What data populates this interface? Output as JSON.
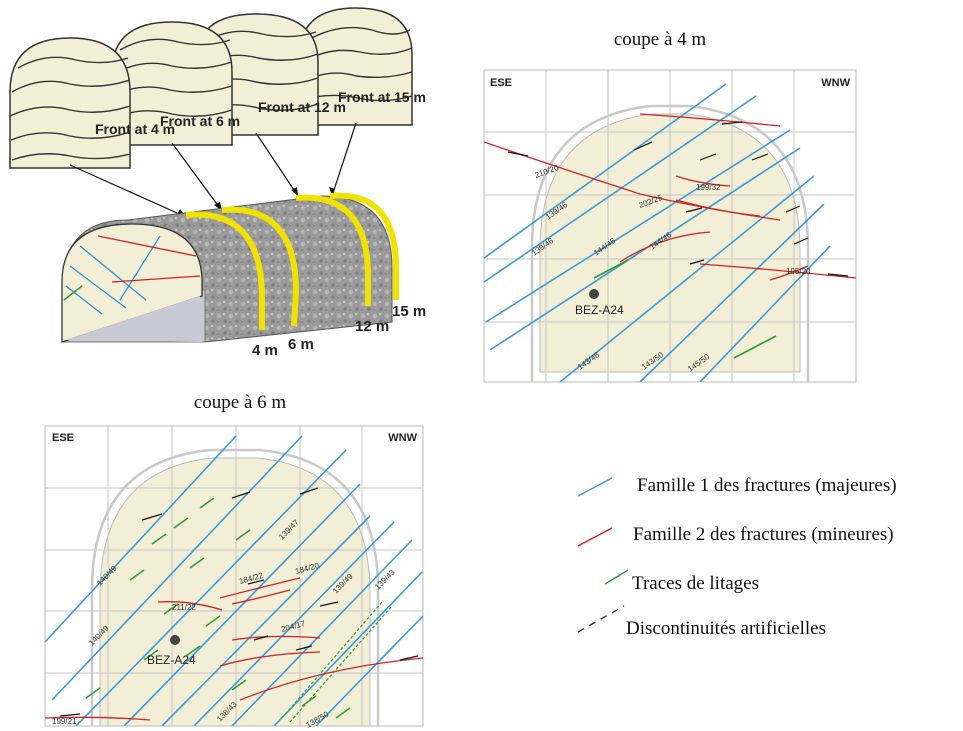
{
  "tunnel": {
    "fronts": [
      "Front at 4 m",
      "Front at 6 m",
      "Front at 12 m",
      "Front at 15 m"
    ],
    "distances": [
      "4 m",
      "6 m",
      "12 m",
      "15 m"
    ]
  },
  "section_4m": {
    "title": "coupe à 4 m",
    "left_label": "ESE",
    "right_label": "WNW",
    "borehole": "BEZ-A24",
    "orientations": [
      "210/20",
      "139/46",
      "202/25",
      "199/32",
      "139/46",
      "144/46",
      "144/46",
      "195/20",
      "143/48",
      "143/50",
      "145/50"
    ]
  },
  "section_6m": {
    "title": "coupe à 6 m",
    "left_label": "ESE",
    "right_label": "WNW",
    "borehole": "BEZ-A24",
    "orientations": [
      "140/49",
      "140/49",
      "139/47",
      "184/22",
      "184/20",
      "211/22",
      "204/17",
      "139/49",
      "139/43",
      "138/43",
      "138/50",
      "199/21"
    ]
  },
  "legend": {
    "items": [
      {
        "label": "Famille 1 des fractures (majeures)",
        "color": "#3a9ad9",
        "style": "solid"
      },
      {
        "label": "Famille 2 des fractures (mineures)",
        "color": "#d42020",
        "style": "solid"
      },
      {
        "label": "Traces de litages",
        "color": "#2e9a3a",
        "style": "solid"
      },
      {
        "label": "Discontinuités artificielles",
        "color": "#222222",
        "style": "dashed"
      }
    ]
  }
}
